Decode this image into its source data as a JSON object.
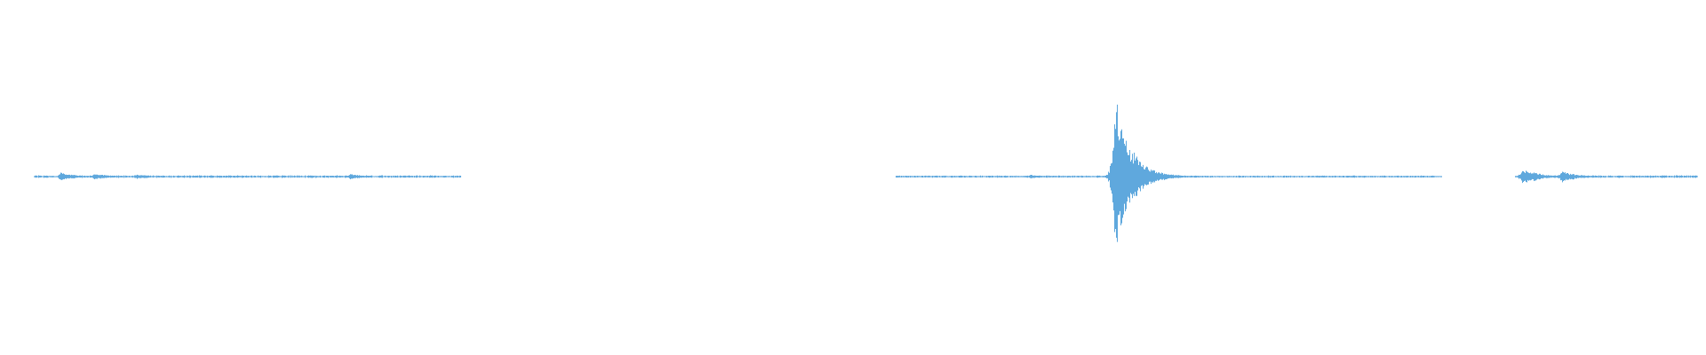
{
  "waveform": {
    "color": "#5fa8dd",
    "background": "#ffffff",
    "segments": [
      {
        "name": "segment-1",
        "start": 0.02,
        "end": 0.27,
        "base_level": 0.012,
        "events": [
          {
            "at": 0.035,
            "level": 0.05
          },
          {
            "at": 0.055,
            "level": 0.04
          },
          {
            "at": 0.08,
            "level": 0.03
          },
          {
            "at": 0.205,
            "level": 0.035
          }
        ]
      },
      {
        "name": "segment-2",
        "start": 0.525,
        "end": 0.845,
        "base_level": 0.01,
        "events": [
          {
            "at": 0.604,
            "level": 0.025
          },
          {
            "at": 0.653,
            "level": 1.0
          },
          {
            "at": 0.665,
            "level": 0.2
          }
        ]
      },
      {
        "name": "segment-3",
        "start": 0.888,
        "end": 0.995,
        "base_level": 0.012,
        "events": [
          {
            "at": 0.892,
            "level": 0.11
          },
          {
            "at": 0.915,
            "level": 0.07
          }
        ]
      }
    ]
  }
}
